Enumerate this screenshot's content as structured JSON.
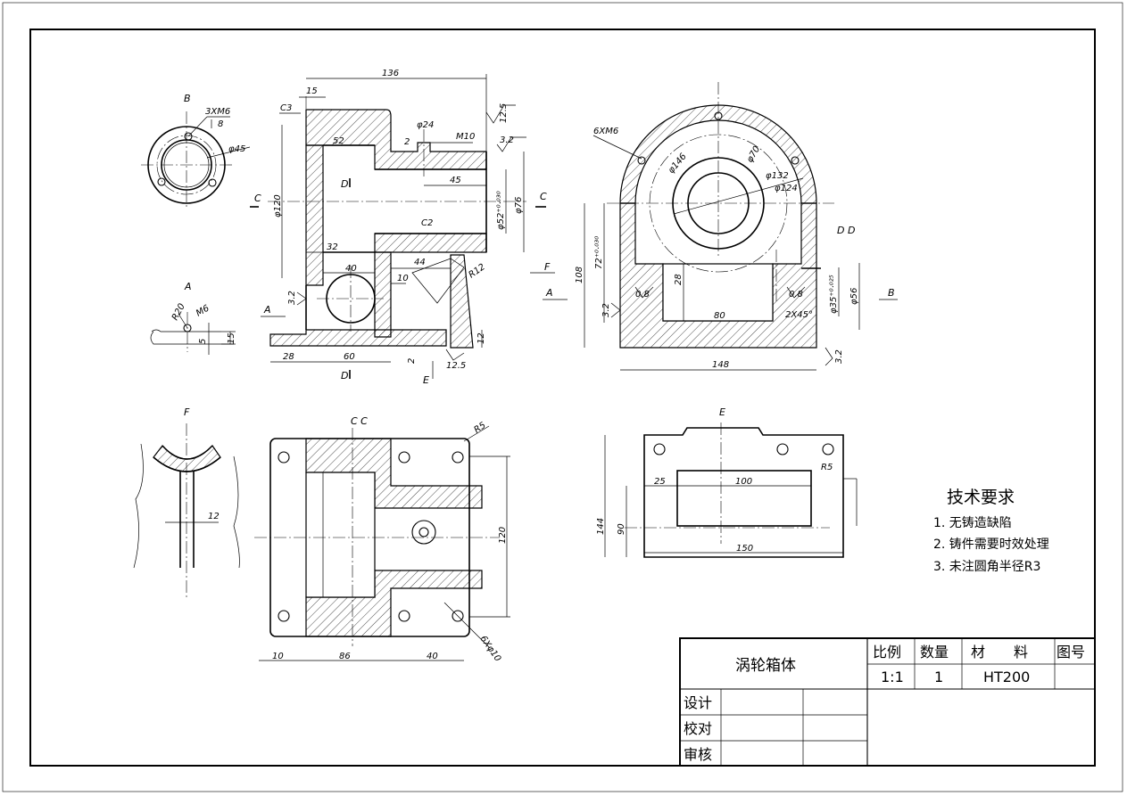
{
  "title_block": {
    "part_name": "涡轮箱体",
    "headers": {
      "scale": "比例",
      "quantity": "数量",
      "material": "材　　料",
      "drawing_no": "图号"
    },
    "values": {
      "scale": "1:1",
      "quantity": "1",
      "material": "HT200",
      "drawing_no": ""
    },
    "roles": {
      "design": "设计",
      "check": "校对",
      "review": "审核"
    }
  },
  "requirements": {
    "title": "技术要求",
    "items": [
      "1. 无铸造缺陷",
      "2. 铸件需要时效处理",
      "3. 未注圆角半径R3"
    ]
  },
  "view_labels": {
    "b_view": "B",
    "a_detail": "A",
    "f_view": "F",
    "cc_view": "C C",
    "e_view": "E",
    "dd_view": "D  D",
    "front_c_left": "C",
    "front_c_right": "C",
    "front_d_top": "D",
    "front_d_bottom": "D",
    "front_a": "A",
    "front_e": "E",
    "front_f": "F",
    "right_a": "A",
    "right_b": "B"
  },
  "dims": {
    "front": {
      "d136": "136",
      "d15": "15",
      "c3": "C3",
      "d52": "52",
      "phi24": "φ24",
      "m10": "M10",
      "two": "2",
      "d45": "45",
      "phi120": "φ120",
      "phi52": "φ52⁺⁰·⁰³⁰",
      "phi76": "φ76",
      "c2": "C2",
      "d32": "32",
      "d40": "40",
      "d44": "44",
      "r12": "R12",
      "d10": "10",
      "d28": "28",
      "d60": "60",
      "d12": "12",
      "rough125": "12.5",
      "rough32": "3.2",
      "rough32b": "3.2",
      "rough125b": "12.5",
      "two_b": "2"
    },
    "b_view": {
      "m6": "3XM6",
      "depth8": "8",
      "phi45": "φ45"
    },
    "a_detail": {
      "r20": "R20",
      "m6": "M6",
      "d5": "5",
      "d15": "15"
    },
    "f_view": {
      "d12": "12"
    },
    "right": {
      "m6": "6XM6",
      "phi146": "φ146",
      "phi70": "φ70",
      "phi132": "φ132",
      "phi124": "φ124",
      "d72": "72⁺⁰·⁰³⁰",
      "d108": "108",
      "d28": "28",
      "d80": "80",
      "chamfer": "2X45°",
      "phi35": "φ35⁺⁰·⁰²⁵",
      "phi56": "φ56",
      "d148": "148",
      "rough08a": "0.8",
      "rough08b": "0.8",
      "rough32a": "3.2",
      "rough32b": "3.2"
    },
    "cc": {
      "r5": "R5",
      "d120": "120",
      "d10": "10",
      "d86": "86",
      "d40": "40",
      "holes": "6Xφ10"
    },
    "e_view": {
      "d25": "25",
      "d100": "100",
      "r5": "R5",
      "d144": "144",
      "d90": "90",
      "d150": "150"
    }
  }
}
